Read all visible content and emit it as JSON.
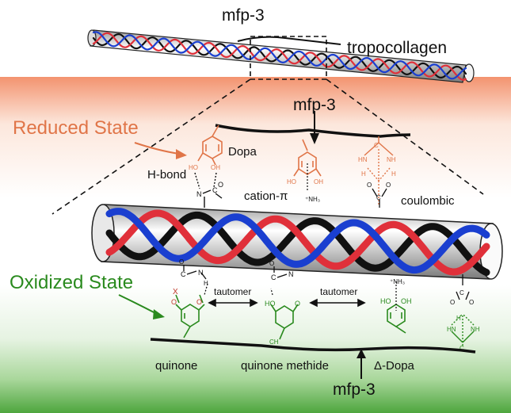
{
  "labels": {
    "mfp_top": "mfp-3",
    "tropocollagen": "tropocollagen",
    "mfp_reduced": "mfp-3",
    "reduced_state": "Reduced State",
    "dopa": "Dopa",
    "h_bond": "H-bond",
    "cation_pi": "cation-π",
    "coulombic": "coulombic",
    "oxidized_state": "Oxidized State",
    "tautomer_1": "tautomer",
    "tautomer_2": "tautomer",
    "quinone": "quinone",
    "quinone_methide": "quinone methide",
    "delta_dopa": "Δ-Dopa",
    "mfp_oxidized": "mfp-3"
  },
  "colors": {
    "reduced": "#e07548",
    "oxidized": "#2a8a1e",
    "helix_red": "#e0303a",
    "helix_blue": "#1a3fd0",
    "helix_black": "#111111",
    "crosslink_red": "#c0392b"
  }
}
